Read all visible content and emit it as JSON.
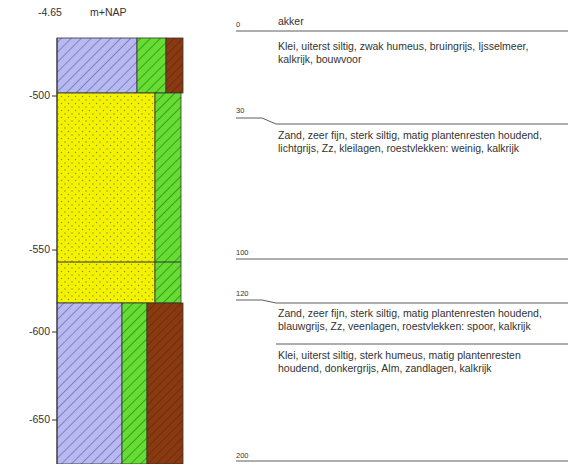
{
  "diagram": {
    "labels": [
      "-4.65",
      "m+NAP",
      "-500",
      "-550",
      "-600",
      "-650",
      "0",
      "akker",
      "30",
      "Klei, uiterst siltig, zwak humeus, bruingrijs, Ijsselmeer, kalkrijk, bouwvoor",
      "Zand, zeer fijn, sterk siltig, matig plantenresten houdend, lichtgrijs, Zz, kleilagen, roestvlekken: weinig, kalkrijk",
      "100",
      "120",
      "Zand, zeer fijn, sterk siltig, matig plantenresten houdend, blauwgrijs, Zz, veenlagen, roestvlekken: spoor, kalkrijk",
      "Klei, uiterst siltig, sterk humeus, matig plantenresten houdend, donkergrijs, Alm, zandlagen, kalkrijk",
      "200"
    ]
  }
}
